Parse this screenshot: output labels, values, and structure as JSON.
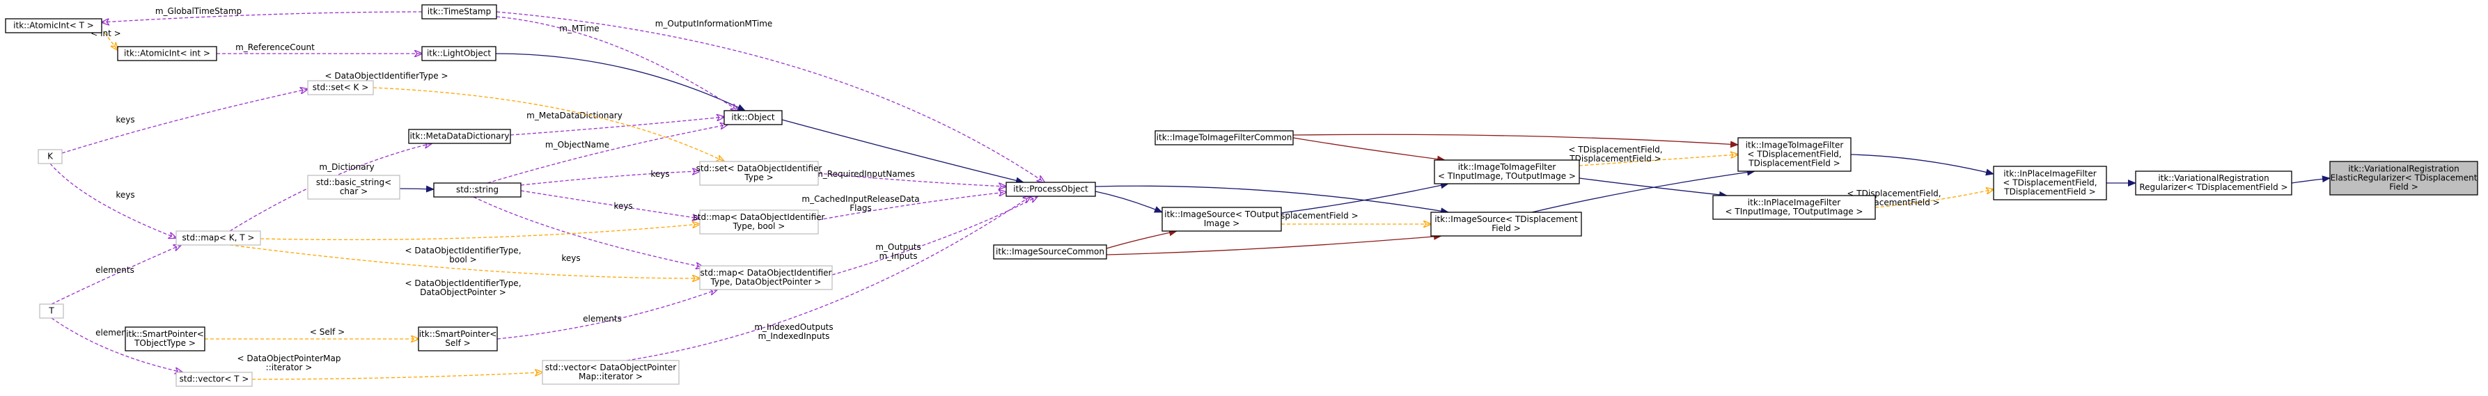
{
  "nodes": [
    {
      "id": "atomic_T",
      "lines": [
        "itk::AtomicInt< T >"
      ],
      "style": "normal"
    },
    {
      "id": "atomic_int",
      "lines": [
        "itk::AtomicInt< int >"
      ],
      "style": "normal"
    },
    {
      "id": "timestamp",
      "lines": [
        "itk::TimeStamp"
      ],
      "style": "normal"
    },
    {
      "id": "lightobject",
      "lines": [
        "itk::LightObject"
      ],
      "style": "normal"
    },
    {
      "id": "object",
      "lines": [
        "itk::Object"
      ],
      "style": "normal"
    },
    {
      "id": "metadatadict",
      "lines": [
        "itk::MetaDataDictionary"
      ],
      "style": "normal"
    },
    {
      "id": "set_K",
      "lines": [
        "std::set< K >"
      ],
      "style": "template"
    },
    {
      "id": "K",
      "lines": [
        "K"
      ],
      "style": "template"
    },
    {
      "id": "basic_string",
      "lines": [
        "std::basic_string<",
        "char >"
      ],
      "style": "template"
    },
    {
      "id": "string",
      "lines": [
        "std::string"
      ],
      "style": "normal"
    },
    {
      "id": "set_DOI",
      "lines": [
        "std::set< DataObjectIdentifier",
        "Type >"
      ],
      "style": "template"
    },
    {
      "id": "map_K_T",
      "lines": [
        "std::map< K, T >"
      ],
      "style": "template"
    },
    {
      "id": "map_DOI_bool",
      "lines": [
        "std::map< DataObjectIdentifier",
        "Type, bool >"
      ],
      "style": "template"
    },
    {
      "id": "map_DOI_DOP",
      "lines": [
        "std::map< DataObjectIdentifier",
        "Type, DataObjectPointer >"
      ],
      "style": "template"
    },
    {
      "id": "T",
      "lines": [
        "T"
      ],
      "style": "template"
    },
    {
      "id": "sp_TObjectType",
      "lines": [
        "itk::SmartPointer<",
        "TObjectType >"
      ],
      "style": "normal"
    },
    {
      "id": "sp_Self",
      "lines": [
        "itk::SmartPointer<",
        "Self >"
      ],
      "style": "normal"
    },
    {
      "id": "vector_T",
      "lines": [
        "std::vector< T >"
      ],
      "style": "template"
    },
    {
      "id": "vector_DOP",
      "lines": [
        "std::vector< DataObjectPointer",
        "Map::iterator >"
      ],
      "style": "template"
    },
    {
      "id": "processobject",
      "lines": [
        "itk::ProcessObject"
      ],
      "style": "normal"
    },
    {
      "id": "imagesource_TOutput",
      "lines": [
        "itk::ImageSource< TOutput",
        "Image >"
      ],
      "style": "normal"
    },
    {
      "id": "imagesourcecommon",
      "lines": [
        "itk::ImageSourceCommon"
      ],
      "style": "normal"
    },
    {
      "id": "i2ifiltercommon",
      "lines": [
        "itk::ImageToImageFilterCommon"
      ],
      "style": "normal"
    },
    {
      "id": "i2ifilter_generic",
      "lines": [
        "itk::ImageToImageFilter",
        "< TInputImage, TOutputImage >"
      ],
      "style": "normal"
    },
    {
      "id": "imagesource_TDisp",
      "lines": [
        "itk::ImageSource< TDisplacement",
        "Field >"
      ],
      "style": "normal"
    },
    {
      "id": "i2ifilter_TDisp",
      "lines": [
        "itk::ImageToImageFilter",
        "< TDisplacementField,",
        "TDisplacementField >"
      ],
      "style": "normal"
    },
    {
      "id": "inplace_generic",
      "lines": [
        "itk::InPlaceImageFilter",
        "< TInputImage, TOutputImage >"
      ],
      "style": "normal"
    },
    {
      "id": "inplace_TDisp",
      "lines": [
        "itk::InPlaceImageFilter",
        "< TDisplacementField,",
        "TDisplacementField >"
      ],
      "style": "normal"
    },
    {
      "id": "vreg",
      "lines": [
        "itk::VariationalRegistration",
        "Regularizer< TDisplacementField >"
      ],
      "style": "normal"
    },
    {
      "id": "vreg_elastic",
      "lines": [
        "itk::VariationalRegistration",
        "ElasticRegularizer< TDisplacement",
        "Field >"
      ],
      "style": "focus"
    }
  ],
  "edges": [
    {
      "from": "atomic_T",
      "to": "atomic_int",
      "kind": "template",
      "label": [
        "< int >"
      ]
    },
    {
      "from": "atomic_int",
      "to": "lightobject",
      "kind": "usage",
      "label": [
        "m_ReferenceCount"
      ]
    },
    {
      "from": "timestamp",
      "to": "atomic_T",
      "kind": "usage",
      "label": [
        "m_GlobalTimeStamp"
      ]
    },
    {
      "from": "lightobject",
      "to": "object",
      "kind": "inherit",
      "label": []
    },
    {
      "from": "timestamp",
      "to": "object",
      "kind": "usage",
      "label": [
        "m_MTime"
      ]
    },
    {
      "from": "metadatadict",
      "to": "object",
      "kind": "usage",
      "label": [
        "m_MetaDataDictionary"
      ]
    },
    {
      "from": "string",
      "to": "object",
      "kind": "usage",
      "label": [
        "m_ObjectName"
      ]
    },
    {
      "from": "object",
      "to": "processobject",
      "kind": "inherit",
      "label": []
    },
    {
      "from": "timestamp",
      "to": "processobject",
      "kind": "usage",
      "label": [
        "m_OutputInformationMTime"
      ]
    },
    {
      "from": "K",
      "to": "set_K",
      "kind": "usage",
      "label": [
        "keys"
      ]
    },
    {
      "from": "set_K",
      "to": "set_DOI",
      "kind": "template",
      "label": [
        "< DataObjectIdentifierType >"
      ]
    },
    {
      "from": "basic_string",
      "to": "string",
      "kind": "inherit",
      "label": []
    },
    {
      "from": "map_K_T",
      "to": "metadatadict",
      "kind": "usage",
      "label": [
        "m_Dictionary"
      ]
    },
    {
      "from": "K",
      "to": "map_K_T",
      "kind": "usage",
      "label": [
        "keys"
      ]
    },
    {
      "from": "T",
      "to": "map_K_T",
      "kind": "usage",
      "label": [
        "elements"
      ]
    },
    {
      "from": "string",
      "to": "set_DOI",
      "kind": "usage",
      "label": [
        "keys"
      ]
    },
    {
      "from": "string",
      "to": "map_DOI_bool",
      "kind": "usage",
      "label": [
        "keys"
      ]
    },
    {
      "from": "string",
      "to": "map_DOI_DOP",
      "kind": "usage",
      "label": [
        "keys"
      ]
    },
    {
      "from": "set_DOI",
      "to": "processobject",
      "kind": "usage",
      "label": [
        "m_RequiredInputNames"
      ]
    },
    {
      "from": "map_DOI_bool",
      "to": "processobject",
      "kind": "usage",
      "label": [
        "m_CachedInputReleaseData",
        "Flags"
      ]
    },
    {
      "from": "map_DOI_DOP",
      "to": "processobject",
      "kind": "usage",
      "label": [
        "m_Outputs",
        "m_Inputs"
      ]
    },
    {
      "from": "map_K_T",
      "to": "map_DOI_bool",
      "kind": "template",
      "label": [
        "< DataObjectIdentifierType,",
        "bool >"
      ]
    },
    {
      "from": "map_K_T",
      "to": "map_DOI_DOP",
      "kind": "template",
      "label": [
        "< DataObjectIdentifierType,",
        "DataObjectPointer >"
      ]
    },
    {
      "from": "T",
      "to": "vector_T",
      "kind": "usage",
      "label": [
        "elements"
      ]
    },
    {
      "from": "sp_TObjectType",
      "to": "sp_Self",
      "kind": "template",
      "label": [
        "< Self >"
      ]
    },
    {
      "from": "sp_Self",
      "to": "map_DOI_DOP",
      "kind": "usage",
      "label": [
        "elements"
      ]
    },
    {
      "from": "vector_T",
      "to": "vector_DOP",
      "kind": "template",
      "label": [
        "< DataObjectPointerMap",
        "::iterator >"
      ]
    },
    {
      "from": "vector_DOP",
      "to": "processobject",
      "kind": "usage",
      "label": [
        "m_IndexedOutputs",
        "m_IndexedInputs"
      ]
    },
    {
      "from": "processobject",
      "to": "imagesource_TOutput",
      "kind": "inherit",
      "label": []
    },
    {
      "from": "processobject",
      "to": "imagesource_TDisp",
      "kind": "inherit",
      "label": []
    },
    {
      "from": "imagesourcecommon",
      "to": "imagesource_TOutput",
      "kind": "private",
      "label": []
    },
    {
      "from": "imagesourcecommon",
      "to": "imagesource_TDisp",
      "kind": "private",
      "label": []
    },
    {
      "from": "imagesource_TOutput",
      "to": "i2ifilter_generic",
      "kind": "inherit",
      "label": []
    },
    {
      "from": "imagesource_TOutput",
      "to": "imagesource_TDisp",
      "kind": "template",
      "label": [
        "< TDisplacementField >"
      ]
    },
    {
      "from": "i2ifiltercommon",
      "to": "i2ifilter_generic",
      "kind": "private",
      "label": []
    },
    {
      "from": "i2ifiltercommon",
      "to": "i2ifilter_TDisp",
      "kind": "private",
      "label": []
    },
    {
      "from": "imagesource_TDisp",
      "to": "i2ifilter_TDisp",
      "kind": "inherit",
      "label": []
    },
    {
      "from": "i2ifilter_generic",
      "to": "i2ifilter_TDisp",
      "kind": "template",
      "label": [
        "< TDisplacementField,",
        "TDisplacementField >"
      ]
    },
    {
      "from": "i2ifilter_generic",
      "to": "inplace_generic",
      "kind": "inherit",
      "label": []
    },
    {
      "from": "i2ifilter_TDisp",
      "to": "inplace_TDisp",
      "kind": "inherit",
      "label": []
    },
    {
      "from": "inplace_generic",
      "to": "inplace_TDisp",
      "kind": "template",
      "label": [
        "< TDisplacementField,",
        "TDisplacementField >"
      ]
    },
    {
      "from": "inplace_TDisp",
      "to": "vreg",
      "kind": "inherit",
      "label": []
    },
    {
      "from": "vreg",
      "to": "vreg_elastic",
      "kind": "inherit",
      "label": []
    }
  ],
  "colors": {
    "inherit": "#191970",
    "private": "#8b1a1a",
    "usage": "#9a32cd",
    "template": "#ffa500",
    "focus_fill": "#bfbfbf",
    "border": "#000000",
    "template_border": "#bfbfbf"
  }
}
